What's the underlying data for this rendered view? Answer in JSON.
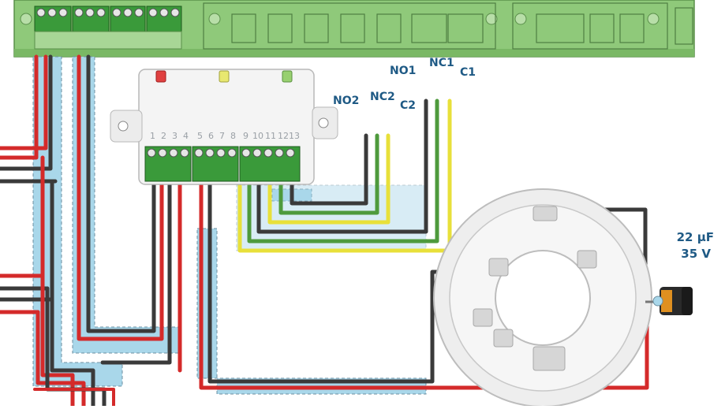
{
  "relay_module": {
    "terminal_numbers": [
      "1",
      "2",
      "3",
      "4",
      "5",
      "6",
      "7",
      "8",
      "9",
      "10",
      "11",
      "12",
      "13"
    ]
  },
  "relay_contacts": {
    "no2": "NO2",
    "nc2": "NC2",
    "c2": "C2",
    "no1": "NO1",
    "nc1": "NC1",
    "c1": "C1"
  },
  "capacitor": {
    "capacitance": "22 µF",
    "voltage": "35 V"
  },
  "colors": {
    "board_green": "#8fc97a",
    "wire_red": "#d42a2a",
    "wire_black": "#3a3a3a",
    "wire_yellow": "#e8e03a",
    "wire_green": "#4e9a3c",
    "wire_blue": "#a9d7ea",
    "label_blue": "#1f5a85"
  }
}
